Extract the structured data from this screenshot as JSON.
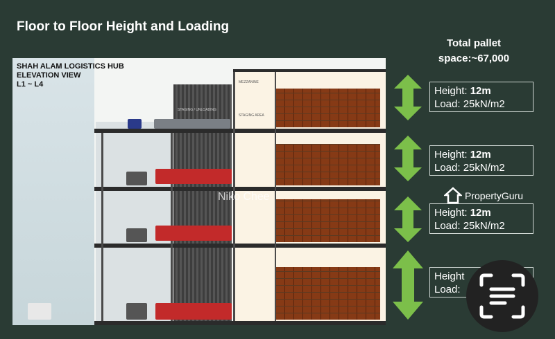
{
  "header": {
    "title": "Floor to Floor Height and Loading",
    "pallet_label": "Total pallet",
    "pallet_value": "space:~67,000"
  },
  "elevation": {
    "line1": "SHAH ALAM LOGISTICS HUB",
    "line2": "ELEVATION VIEW",
    "line3": "L1 ~ L4",
    "area_labels": [
      "MEZZANINE",
      "STAGING AREA",
      "STAGING / UNLOADING"
    ]
  },
  "levels": [
    {
      "height_label": "Height:",
      "height_value": "12m",
      "load": "Load: 25kN/m2"
    },
    {
      "height_label": "Height:",
      "height_value": "12m",
      "load": "Load: 25kN/m2"
    },
    {
      "height_label": "Height:",
      "height_value": "12m",
      "load": "Load: 25kN/m2"
    },
    {
      "height_label": "Height",
      "height_value": "",
      "load": "Load:"
    }
  ],
  "watermark": "Niko Chee",
  "brand": "PropertyGuru",
  "colors": {
    "background": "#2a3b34",
    "arrow": "#7cbf4a",
    "text": "#ffffff"
  },
  "icons": {
    "brand_logo": "propertyguru-house-icon",
    "scan": "text-scan-icon"
  }
}
